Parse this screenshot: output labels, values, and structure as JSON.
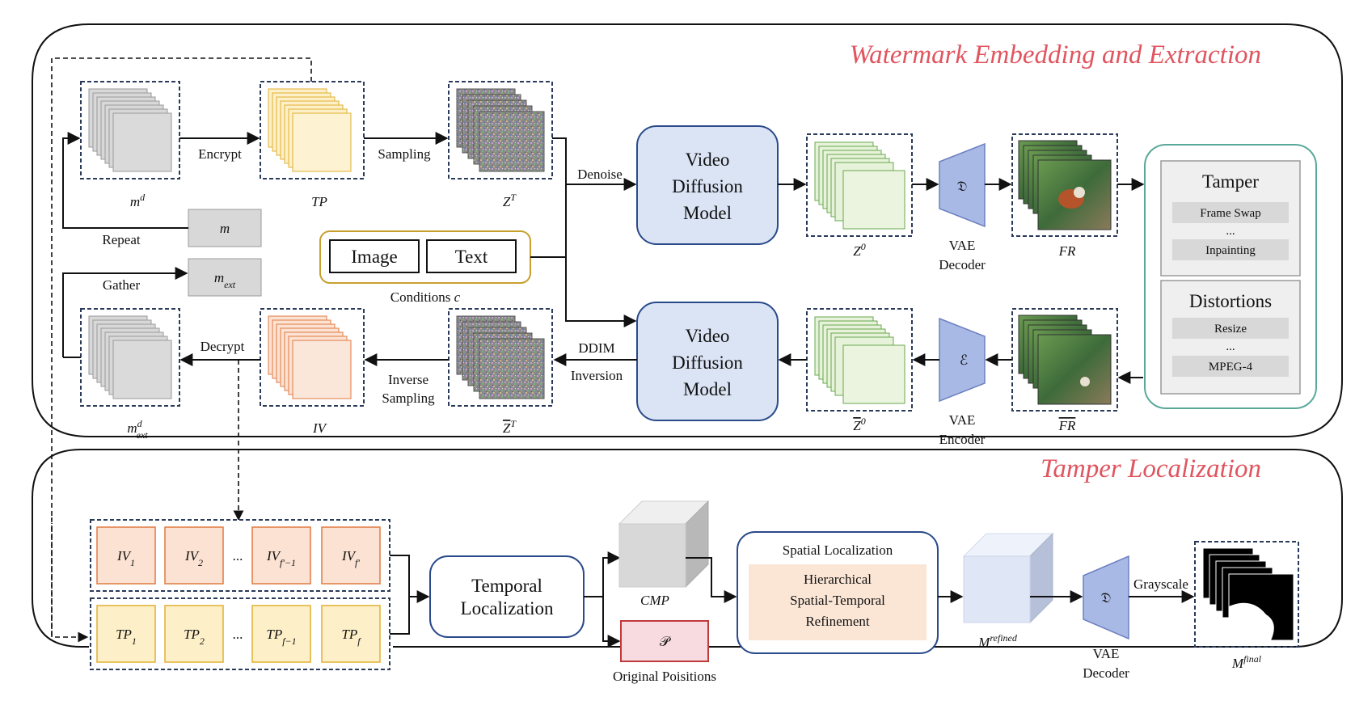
{
  "panel_top": {
    "title": "Watermark Embedding and Extraction"
  },
  "panel_bottom": {
    "title": "Tamper Localization"
  },
  "labels": {
    "encrypt": "Encrypt",
    "sampling": "Sampling",
    "denoise": "Denoise",
    "repeat": "Repeat",
    "gather": "Gather",
    "decrypt": "Decrypt",
    "inverse_sampling_1": "Inverse",
    "inverse_sampling_2": "Sampling",
    "ddim_1": "DDIM",
    "ddim_2": "Inversion",
    "conditions": "Conditions c",
    "image": "Image",
    "text": "Text",
    "vdm_top": [
      "Video",
      "Diffusion",
      "Model"
    ],
    "vdm_bottom": [
      "Video",
      "Diffusion",
      "Model"
    ],
    "vae_decoder_1": "VAE",
    "vae_decoder_2": "Decoder",
    "vae_encoder_1": "VAE",
    "vae_encoder_2": "Encoder",
    "decoder_symbol": "𝔇",
    "encoder_symbol": "ℰ",
    "m": "m",
    "m_ext": "m_ext",
    "m_d": "m^d",
    "m_ext_d": "m^d_ext",
    "tp": "TP",
    "iv": "IV",
    "zT": "Z^T",
    "zT_bar": "Z^T (bar)",
    "z0": "Z^0",
    "z0_bar": "Z^0 (bar)",
    "fr": "FR",
    "fr_bar": "FR (bar)"
  },
  "tamper_box": {
    "title": "Tamper",
    "items": [
      "Frame Swap",
      "...",
      "Inpainting"
    ]
  },
  "distortions_box": {
    "title": "Distortions",
    "items": [
      "Resize",
      "...",
      "MPEG-4"
    ]
  },
  "localization": {
    "iv_row": [
      "IV1",
      "IV2",
      "...",
      "IVf'-1",
      "IVf'"
    ],
    "tp_row": [
      "TP1",
      "TP2",
      "...",
      "TPf-1",
      "TPf"
    ],
    "temporal_1": "Temporal",
    "temporal_2": "Localization",
    "cmp": "CMP",
    "p_symbol": "𝒫",
    "original_positions": "Original Poisitions",
    "spatial_title": "Spatial Localization",
    "hier_1": "Hierarchical",
    "hier_2": "Spatial-Temporal",
    "hier_3": "Refinement",
    "m_refined": "M^refined",
    "grayscale": "Grayscale",
    "vae_decoder_1": "VAE",
    "vae_decoder_2": "Decoder",
    "m_final": "M^final"
  },
  "colors": {
    "title_red": "#e0555f",
    "gray_frames": "#d8d8d8",
    "tp_yellow": "#fdf0c8",
    "iv_orange": "#fbe2d3",
    "z0_green": "#e6f2d9",
    "vdm_blue": "#dbe4f5",
    "vae_blue": "#a9b9e6",
    "tamper_teal": "#5aa89a",
    "cond_gold": "#c8a030"
  }
}
